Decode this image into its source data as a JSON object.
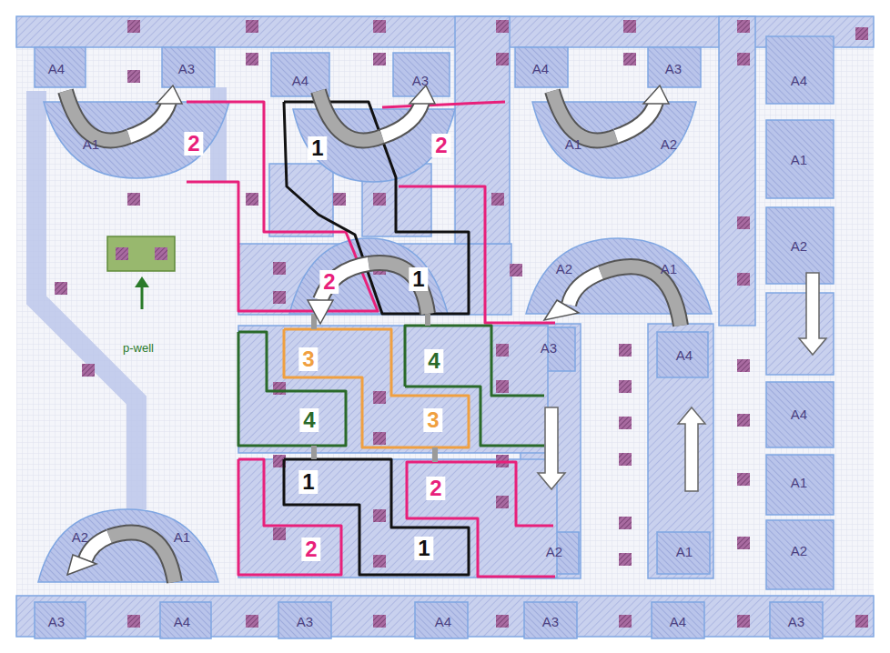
{
  "diagram": {
    "labels": [
      "A4",
      "A3",
      "A4",
      "A3",
      "A4",
      "A3",
      "A4",
      "A1",
      "2",
      "1",
      "2",
      "A1",
      "A2",
      "A1",
      "A2",
      "2",
      "1",
      "A2",
      "A1",
      "p-well",
      "3",
      "4",
      "A3",
      "A4",
      "A4",
      "4",
      "3",
      "A1",
      "1",
      "2",
      "A2",
      "A1",
      "2",
      "1",
      "A2",
      "A1",
      "A2",
      "A3",
      "A4",
      "A3",
      "A4",
      "A3",
      "A4",
      "A3"
    ]
  }
}
